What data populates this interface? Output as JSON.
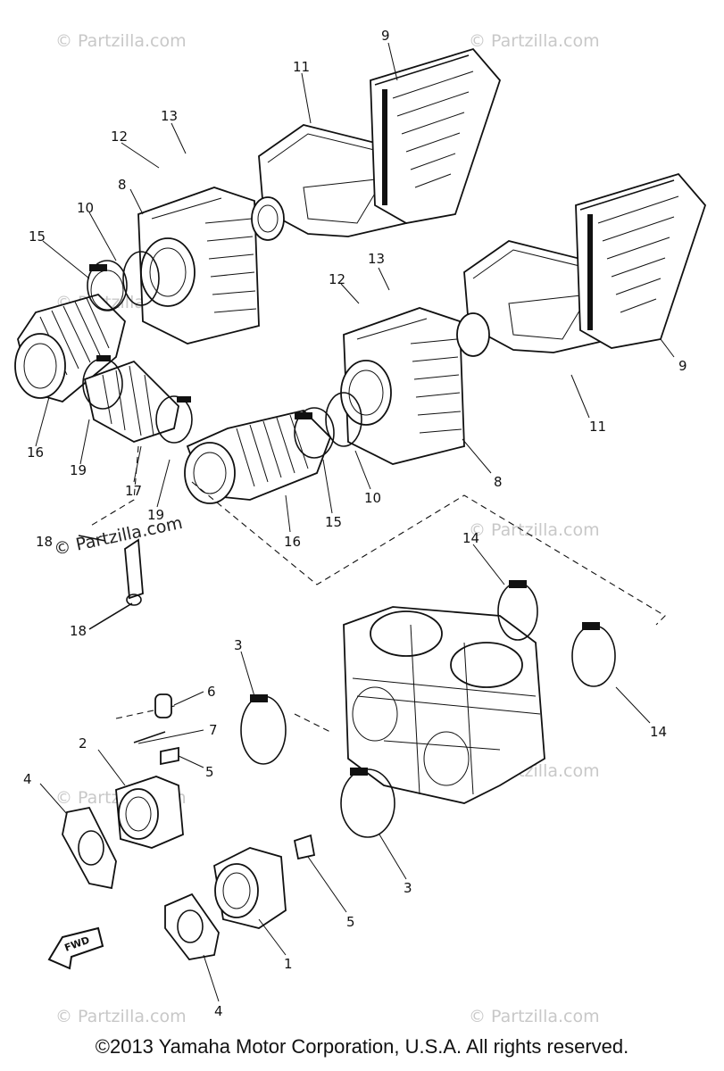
{
  "watermark": "© Partzilla.com",
  "watermark_center": "© Partzilla.com",
  "copyright": "©2013 Yamaha Motor Corporation, U.S.A. All rights reserved.",
  "fwd_label": "FWD",
  "callouts": {
    "c9a": "9",
    "c11a": "11",
    "c13a": "13",
    "c12a": "12",
    "c8a": "8",
    "c10a": "10",
    "c15a": "15",
    "c13b": "13",
    "c12b": "12",
    "c9b": "9",
    "c11b": "11",
    "c8b": "8",
    "c10b": "10",
    "c15b": "15",
    "c16a": "16",
    "c19a": "19",
    "c17": "17",
    "c19b": "19",
    "c16b": "16",
    "c18a": "18",
    "c18b": "18",
    "c14a": "14",
    "c14b": "14",
    "c3a": "3",
    "c6": "6",
    "c7": "7",
    "c2": "2",
    "c5a": "5",
    "c4a": "4",
    "c3b": "3",
    "c5b": "5",
    "c1": "1",
    "c4b": "4"
  }
}
